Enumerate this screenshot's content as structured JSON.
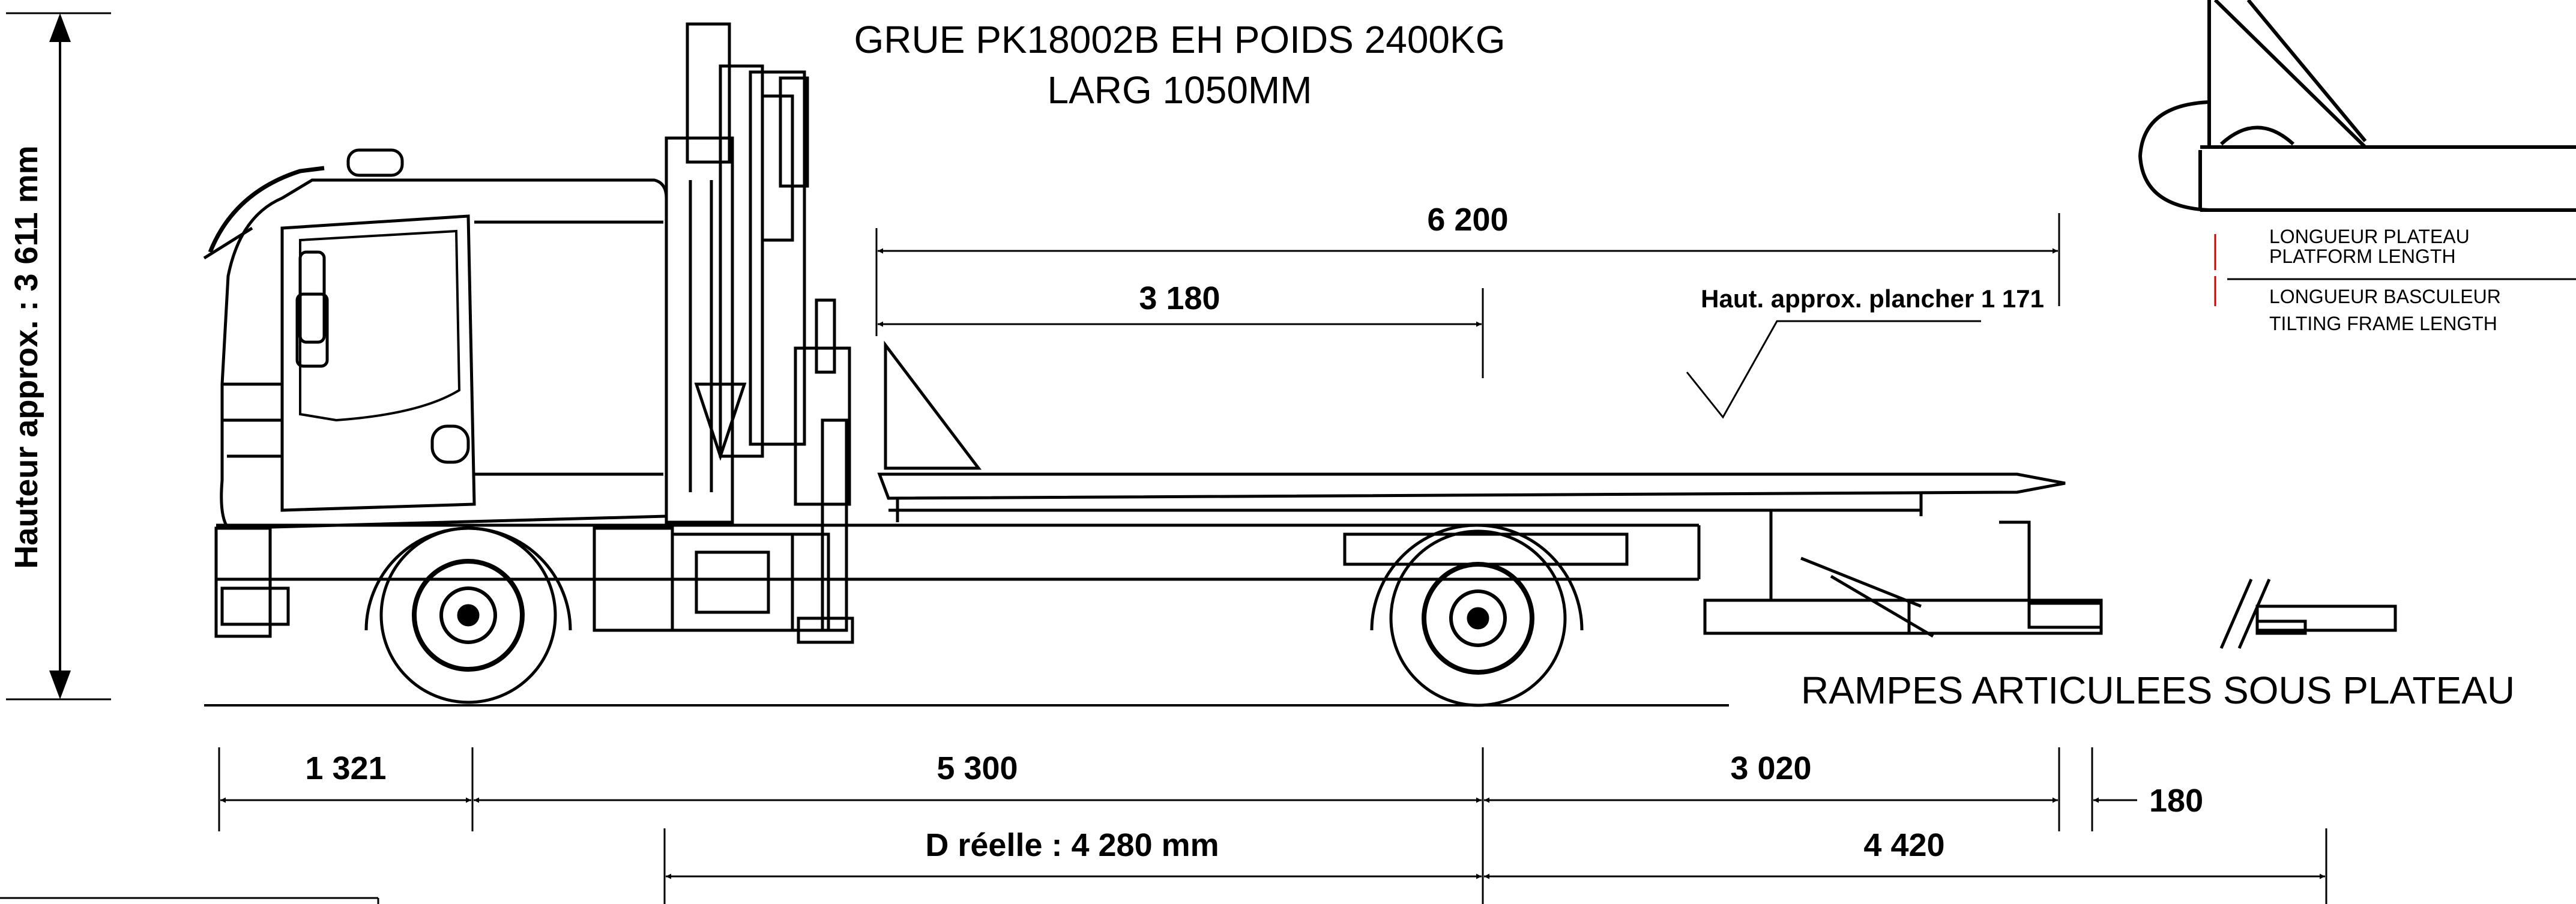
{
  "title": {
    "line1": "GRUE PK18002B EH POIDS 2400KG",
    "line2": "LARG 1050MM"
  },
  "height_label": "Hauteur approx. : 3 611 mm",
  "floor_height_label": "Haut. approx. plancher 1 171",
  "ramps_label": "RAMPES ARTICULEES SOUS PLATEAU",
  "legend": {
    "platform_fr": "LONGUEUR PLATEAU",
    "platform_en": "PLATFORM LENGTH",
    "tilt_fr": "LONGUEUR BASCULEUR",
    "tilt_en": "TILTING FRAME LENGTH"
  },
  "dimensions": {
    "platform_total": "6 200",
    "platform_to_axle": "3 180",
    "front_overhang": "1 321",
    "wheelbase": "5 300",
    "rear_overhang": "3 020",
    "ramp_offset": "180",
    "real_distance": "D réelle : 4 280 mm",
    "rear_total": "4 420"
  }
}
